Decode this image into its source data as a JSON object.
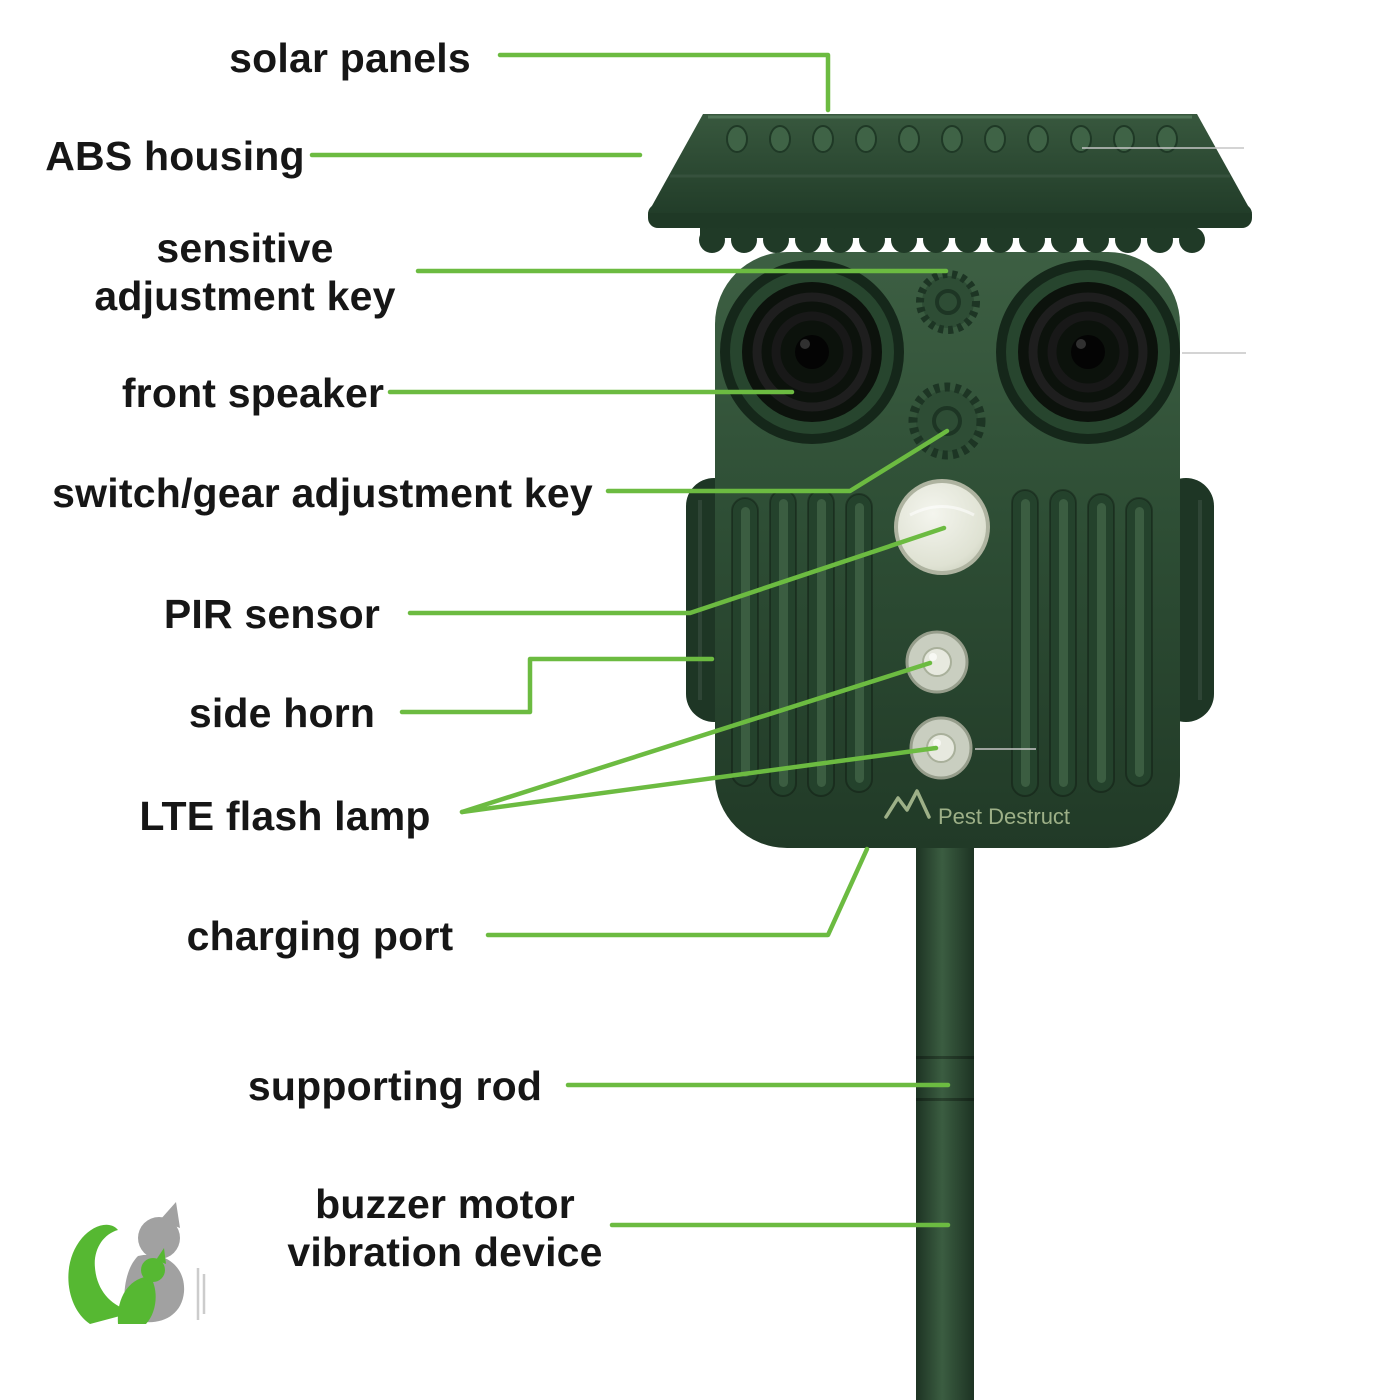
{
  "labels": [
    {
      "id": "solar-panels",
      "text": "solar panels"
    },
    {
      "id": "abs-housing",
      "text": "ABS housing"
    },
    {
      "id": "sensitive-adjustment-key",
      "text": "sensitive adjustment key"
    },
    {
      "id": "front-speaker",
      "text": "front speaker"
    },
    {
      "id": "switch-gear-adjustment-key",
      "text": "switch/gear adjustment key"
    },
    {
      "id": "pir-sensor",
      "text": "PIR sensor"
    },
    {
      "id": "side-horn",
      "text": "side horn"
    },
    {
      "id": "lte-flash-lamp",
      "text": "LTE flash lamp"
    },
    {
      "id": "charging-port",
      "text": "charging port"
    },
    {
      "id": "supporting-rod",
      "text": "supporting rod"
    },
    {
      "id": "buzzer-motor-vibration-device",
      "text": "buzzer motor vibration device"
    }
  ],
  "device": {
    "brand_text": "Pest Destruct"
  },
  "colors": {
    "background": "#ffffff",
    "leader_line": "#6cbb41",
    "label_text": "#161616",
    "device_green_light": "#3d5f43",
    "device_green": "#2e4e35",
    "device_green_dark": "#213a27",
    "speaker_black": "#0c120c",
    "pir_white": "#e9eae2",
    "led_gray": "#c9cec0",
    "brand_text_color": "#9db087",
    "logo_green": "#56b832",
    "logo_gray": "#a1a1a1"
  }
}
